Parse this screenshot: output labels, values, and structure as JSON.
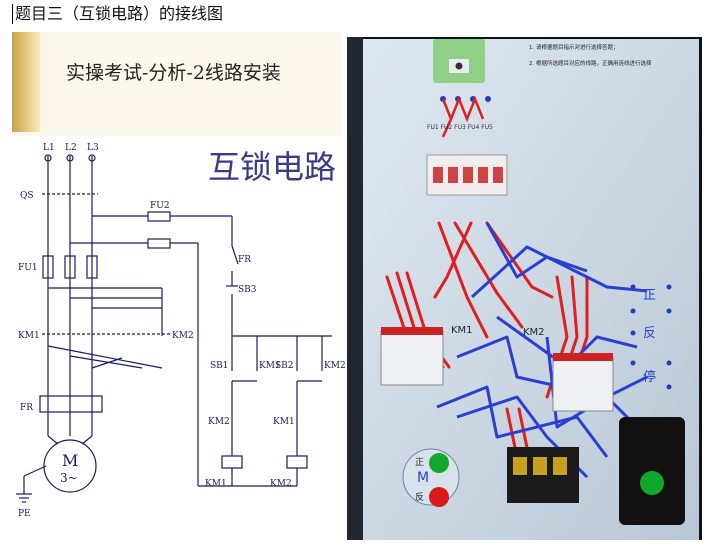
{
  "document": {
    "heading": "题目三（互锁电路）的接线图"
  },
  "slide": {
    "title": "实操考试-分析-2线路安装",
    "diagram_title": "互锁电路",
    "labels": {
      "l1": "L1",
      "l2": "L2",
      "l3": "L3",
      "qs": "QS",
      "fu1": "FU1",
      "fu2": "FU2",
      "fr": "FR",
      "fr_contact": "FR",
      "sb3": "SB3",
      "sb1": "SB1",
      "km1_hold": "KM1",
      "sb2": "SB2",
      "km2_hold": "KM2",
      "km2_interlock": "KM2",
      "km1_interlock": "KM1",
      "km1_coil": "KM1",
      "km2_coil": "KM2",
      "km1_main": "KM1",
      "km2_main": "KM2",
      "motor_m": "M",
      "motor_phase": "3~",
      "pe": "PE"
    }
  },
  "photo": {
    "fuse_labels": "FU1 FU2 FU3 FU4 FU5",
    "contactor_left": "KM1",
    "contactor_right": "KM2",
    "panel_forward": "正",
    "panel_reverse": "反",
    "panel_stop": "停",
    "motor_label": "M",
    "button_forward": "正",
    "button_reverse": "反",
    "note_line1": "1. 请根据题目指示对进行选择答题；",
    "note_line2": "2. 根据所选题目对应的线路，正确用连线进行选择"
  },
  "colors": {
    "wire_red": "#e01e1e",
    "wire_blue": "#2a3fd0",
    "board": "#c8d7e6",
    "schematic_ink": "#1a1a60"
  }
}
